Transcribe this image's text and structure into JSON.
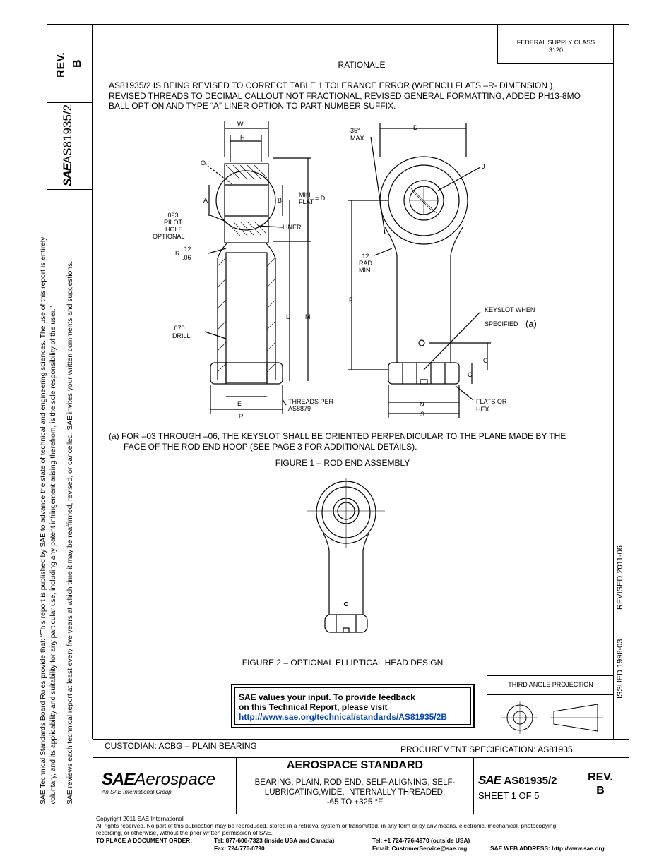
{
  "left_column": {
    "rev_label": "REV.",
    "rev_value": "B",
    "doc_number": "AS81935/2",
    "sae_logo": "SAE"
  },
  "side_notes": {
    "line1": "SAE Technical Standards Board Rules provide that: “This report is published by SAE to advance the state of technical and engineering sciences. The use of this report is entirely",
    "line2": "voluntary, and its applicability and suitability for any particular use, including any patent infringement arising therefrom, is the sole responsibility of the user.”",
    "line3": "SAE reviews each technical report at least every five years at which time it may be reaffirmed, revised, or cancelled. SAE invites your written comments and suggestions."
  },
  "right_column": {
    "issued": "ISSUED 1998-03",
    "revised": "REVISED 2011-06"
  },
  "header": {
    "supply_class_label": "FEDERAL SUPPLY CLASS",
    "supply_class_value": "3120",
    "rationale_title": "RATIONALE",
    "rationale_text": "AS81935/2 IS BEING REVISED TO CORRECT TABLE 1 TOLERANCE ERROR (WRENCH FLATS –R- DIMENSION ), REVISED THREADS TO DECIMAL CALLOUT NOT FRACTIONAL, REVISED GENERAL FORMATTING, ADDED PH13-8MO BALL OPTION AND TYPE “A” LINER OPTION TO PART NUMBER SUFFIX."
  },
  "figure1": {
    "labels": {
      "w": "W",
      "h": "H",
      "o": "O",
      "a": "A",
      "b": "B",
      "min_flat_1": "MIN",
      "min_flat_2": "FLAT",
      "min_flat_eq": "= D",
      "pilot_1": ".093",
      "pilot_2": "PILOT",
      "pilot_3": "HOLE",
      "pilot_4": "OPTIONAL",
      "liner": "LINER",
      "r_1": ".12",
      "r_2": "R",
      "r_3": ".06",
      "l": "L",
      "m": "M",
      "drill_1": ".070",
      "drill_2": "DRILL",
      "e": "E",
      "r_dim": "R",
      "threads_1": "THREADS PER",
      "threads_2": "AS8879",
      "angle_1": "35°",
      "angle_2": "MAX.",
      "d": "D",
      "j": "J",
      "rad_1": ".12",
      "rad_2": "RAD",
      "rad_3": "MIN",
      "f": "F",
      "keyslot_1": "KEYSLOT WHEN",
      "keyslot_2": "SPECIFIED",
      "keyslot_a": "(a)",
      "g": "G",
      "c": "C",
      "n": "N",
      "s": "S",
      "flats_1": "FLATS OR",
      "flats_2": "HEX"
    },
    "note": "(a)  FOR –03 THROUGH –06, THE KEYSLOT SHALL BE ORIENTED PERPENDICULAR TO THE PLANE MADE BY THE",
    "note2": "FACE OF THE ROD END HOOP (SEE PAGE 3 FOR ADDITIONAL DETAILS).",
    "caption": "FIGURE 1 – ROD END ASSEMBLY"
  },
  "figure2": {
    "caption": "FIGURE 2 – OPTIONAL ELLIPTICAL HEAD DESIGN"
  },
  "feedback": {
    "line1": "SAE values your input. To provide feedback",
    "line2": "on this Technical Report, please visit",
    "link": "http://www.sae.org/technical/standards/AS81935/2B"
  },
  "projection": {
    "title": "THIRD ANGLE PROJECTION"
  },
  "title_block": {
    "custodian": "CUSTODIAN: ACBG – PLAIN BEARING",
    "procurement": "PROCUREMENT SPECIFICATION: AS81935",
    "logo_sae": "SAE",
    "logo_word": "Aerospace",
    "logo_sub": "An SAE International Group",
    "standard_type": "AEROSPACE STANDARD",
    "title_line1": "BEARING, PLAIN, ROD END, SELF-ALIGNING, SELF-",
    "title_line2": "LUBRICATING,WIDE, INTERNALLY THREADED,",
    "title_line3": "-65 TO +325 °F",
    "doc_logo": "SAE",
    "doc_number": "AS81935/2",
    "sheet": "SHEET 1 OF 5",
    "rev_label": "REV.",
    "rev_value": "B"
  },
  "footer": {
    "copyright": "Copyright 2011 SAE International",
    "rights1": "All rights reserved. No part of this publication may be reproduced, stored in a retrieval system or transmitted, in any form or by any means, electronic, mechanical, photocopying,",
    "rights2": "recording, or otherwise, without the prior written permission of SAE.",
    "order_label": "TO PLACE A DOCUMENT ORDER:",
    "tel_usa": "Tel:  877-606-7323 (inside USA and Canada)",
    "fax": "Fax: 724-776-0790",
    "tel_out": "Tel:  +1 724-776-4970 (outside USA)",
    "email": "Email: CustomerService@sae.org",
    "web": "SAE WEB ADDRESS: http://www.sae.org"
  }
}
